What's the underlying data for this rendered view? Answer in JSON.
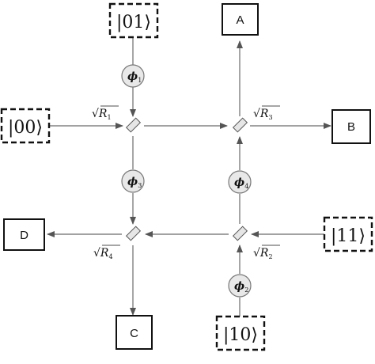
{
  "inputs": {
    "in01": "|01⟩",
    "in00": "|00⟩",
    "in11": "|11⟩",
    "in10": "|10⟩"
  },
  "outputs": {
    "A": "A",
    "B": "B",
    "C": "C",
    "D": "D"
  },
  "beam_splitters": {
    "R1": {
      "root": "√",
      "symbol": "R",
      "sub": "1"
    },
    "R2": {
      "root": "√",
      "symbol": "R",
      "sub": "2"
    },
    "R3": {
      "root": "√",
      "symbol": "R",
      "sub": "3"
    },
    "R4": {
      "root": "√",
      "symbol": "R",
      "sub": "4"
    }
  },
  "phase_shifters": {
    "phi1": {
      "symbol": "ϕ",
      "sub": "1"
    },
    "phi2": {
      "symbol": "ϕ",
      "sub": "2"
    },
    "phi3": {
      "symbol": "ϕ",
      "sub": "3"
    },
    "phi4": {
      "symbol": "ϕ",
      "sub": "4"
    }
  }
}
